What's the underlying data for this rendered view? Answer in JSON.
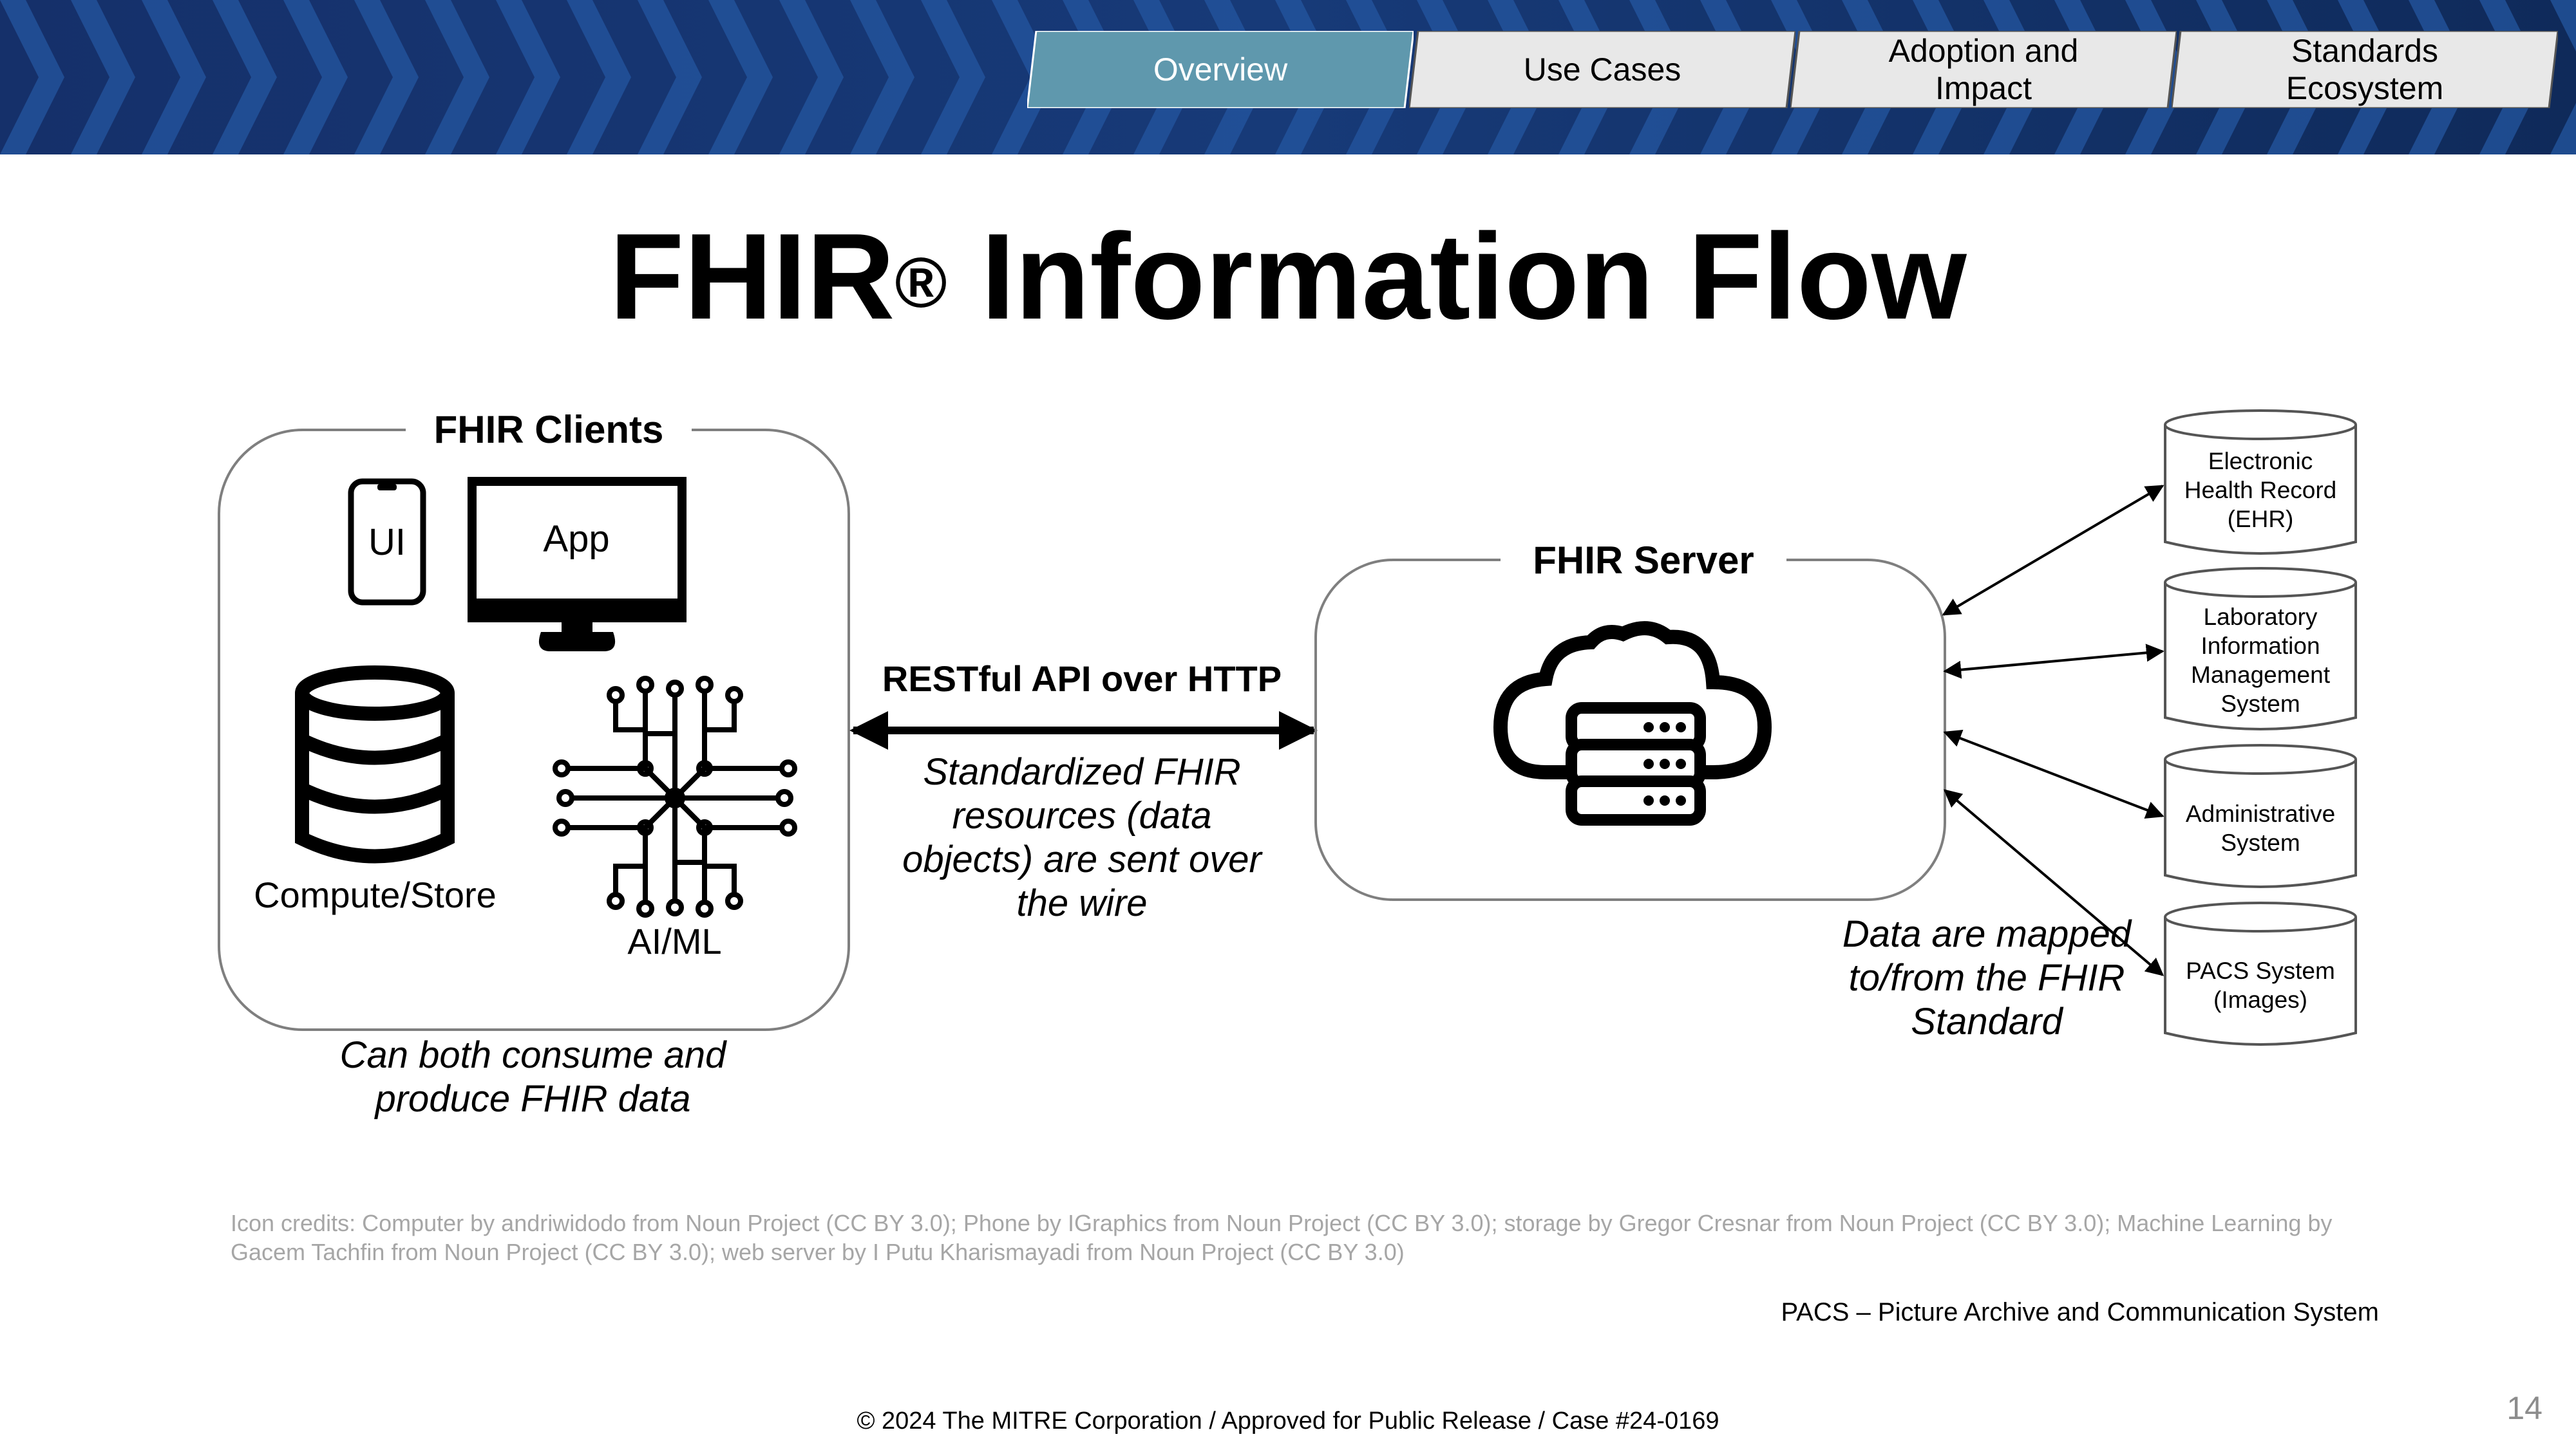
{
  "nav": {
    "tabs": [
      {
        "label": "Overview",
        "active": true
      },
      {
        "label": "Use Cases",
        "active": false
      },
      {
        "label": "Adoption and\nImpact",
        "active": false
      },
      {
        "label": "Standards\nEcosystem",
        "active": false
      }
    ]
  },
  "title": {
    "main": "FHIR",
    "reg": "®",
    "rest": " Information Flow"
  },
  "clients": {
    "title": "FHIR Clients",
    "ui_label": "UI",
    "app_label": "App",
    "compute_label": "Compute/Store",
    "aiml_label": "AI/ML",
    "caption": "Can both consume and produce FHIR data"
  },
  "api": {
    "label": "RESTful API over HTTP",
    "caption": "Standardized FHIR resources (data objects) are sent over the wire"
  },
  "server": {
    "title": "FHIR Server",
    "mapping_caption": "Data are mapped to/from the FHIR Standard"
  },
  "systems": [
    {
      "label": "Electronic Health Record (EHR)"
    },
    {
      "label": "Laboratory Information Management System"
    },
    {
      "label": "Administrative System"
    },
    {
      "label": "PACS System (Images)"
    }
  ],
  "credits": "Icon credits: Computer by andriwidodo from Noun Project (CC BY 3.0); Phone by IGraphics from Noun Project (CC BY 3.0); storage by Gregor Cresnar from Noun Project (CC BY 3.0); Machine Learning by Gacem Tachfin from Noun Project (CC BY 3.0); web server by I Putu Kharismayadi from Noun Project (CC BY 3.0)",
  "pacs_note": "PACS – Picture Archive and Communication System",
  "footer": "© 2024 The MITRE Corporation / Approved for Public Release / Case #24-0169",
  "page_number": "14",
  "colors": {
    "banner_dark": "#132a5c",
    "banner_mid": "#1e4a8c",
    "tab_active": "#5f98ad",
    "tab_inactive": "#e8e8e8"
  }
}
